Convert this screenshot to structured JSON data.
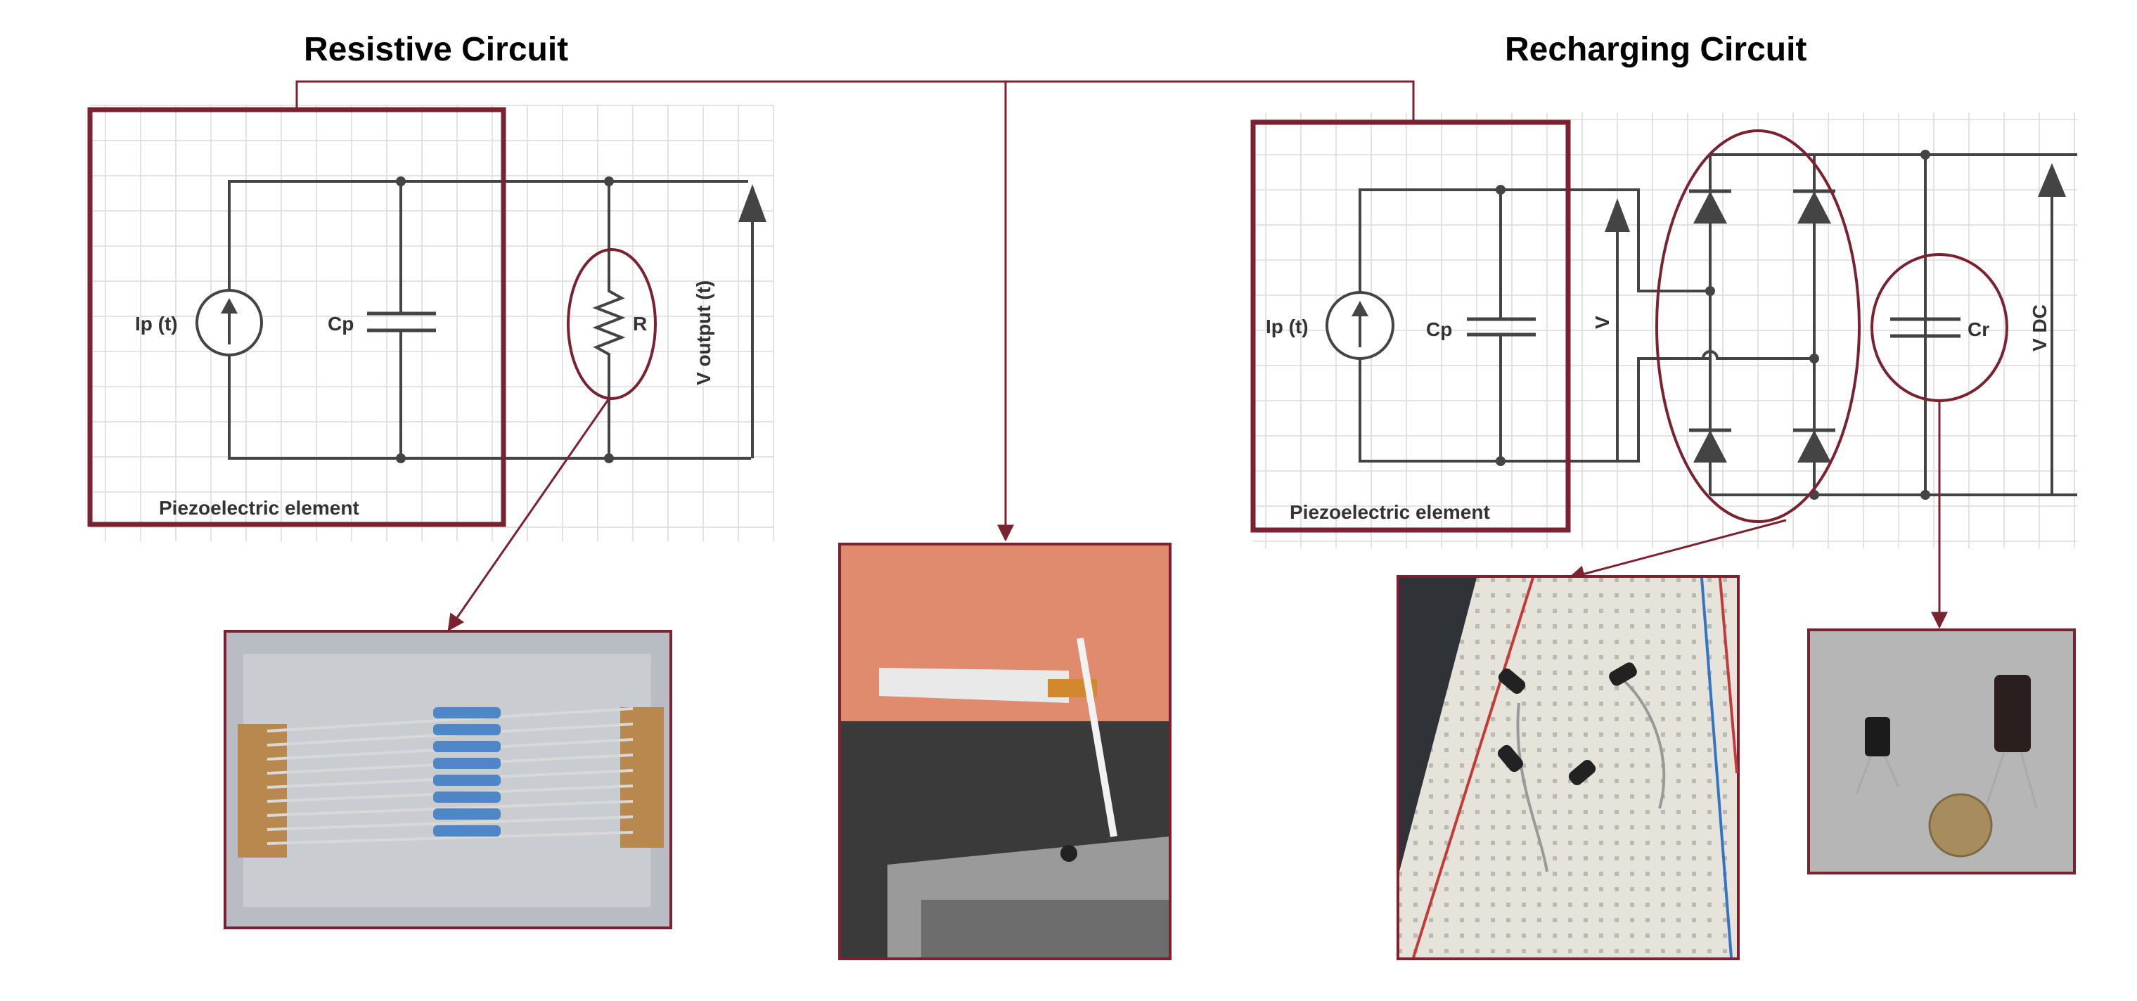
{
  "titles": {
    "left": "Resistive Circuit",
    "right": "Recharging Circuit"
  },
  "left_circuit": {
    "source_label": "Ip (t)",
    "cap_label": "Cp",
    "res_label": "R",
    "output_label": "V output (t)",
    "box_label": "Piezoelectric element"
  },
  "right_circuit": {
    "source_label": "Ip (t)",
    "cap_label": "Cp",
    "v_label": "V",
    "cr_label": "Cr",
    "vdc_label": "V DC",
    "box_label": "Piezoelectric element"
  },
  "photos": [
    {
      "subject": "resistors"
    },
    {
      "subject": "piezo beam setup"
    },
    {
      "subject": "diode bridge on breadboard"
    },
    {
      "subject": "capacitors with coin"
    }
  ],
  "colors": {
    "frame": "#7a2230",
    "wire": "#444444",
    "grid": "#dcdcdc"
  }
}
